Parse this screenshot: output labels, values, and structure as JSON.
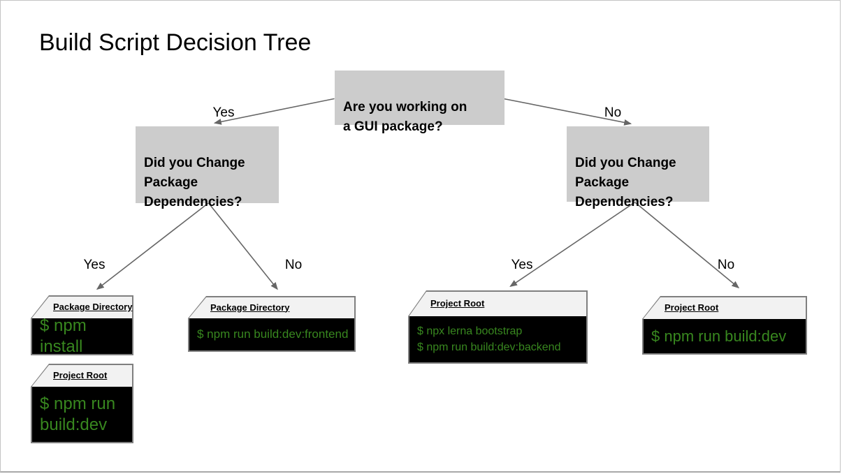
{
  "title": "Build Script Decision Tree",
  "colors": {
    "canvas_bg": "#ffffff",
    "node_fill": "#cccccc",
    "terminal_header_fill": "#f2f2f2",
    "terminal_body_fill": "#000000",
    "command_green": "#38871f",
    "node_border": "#7f7f7f",
    "arrow": "#666666"
  },
  "root": {
    "question": "Are you working on\na GUI package?"
  },
  "decisions": {
    "gui_yes": {
      "question": "Did you Change\nPackage\nDependencies?"
    },
    "gui_no": {
      "question": "Did you Change\nPackage\nDependencies?"
    }
  },
  "edge_labels": {
    "root_yes": "Yes",
    "root_no": "No",
    "gui_yes_yes": "Yes",
    "gui_yes_no": "No",
    "gui_no_yes": "Yes",
    "gui_no_no": "No"
  },
  "terminals": {
    "install": {
      "location": "Package Directory",
      "commands": [
        "$ npm install"
      ]
    },
    "build_dev_left": {
      "location": "Project Root",
      "commands": [
        "$ npm run\nbuild:dev"
      ]
    },
    "frontend": {
      "location": "Package Directory",
      "commands": [
        "$ npm run build:dev:frontend"
      ]
    },
    "backend": {
      "location": "Project Root",
      "commands": [
        "$ npx lerna bootstrap",
        "$ npm run build:dev:backend"
      ]
    },
    "build_dev_right": {
      "location": "Project Root",
      "commands": [
        "$ npm run build:dev"
      ]
    }
  }
}
